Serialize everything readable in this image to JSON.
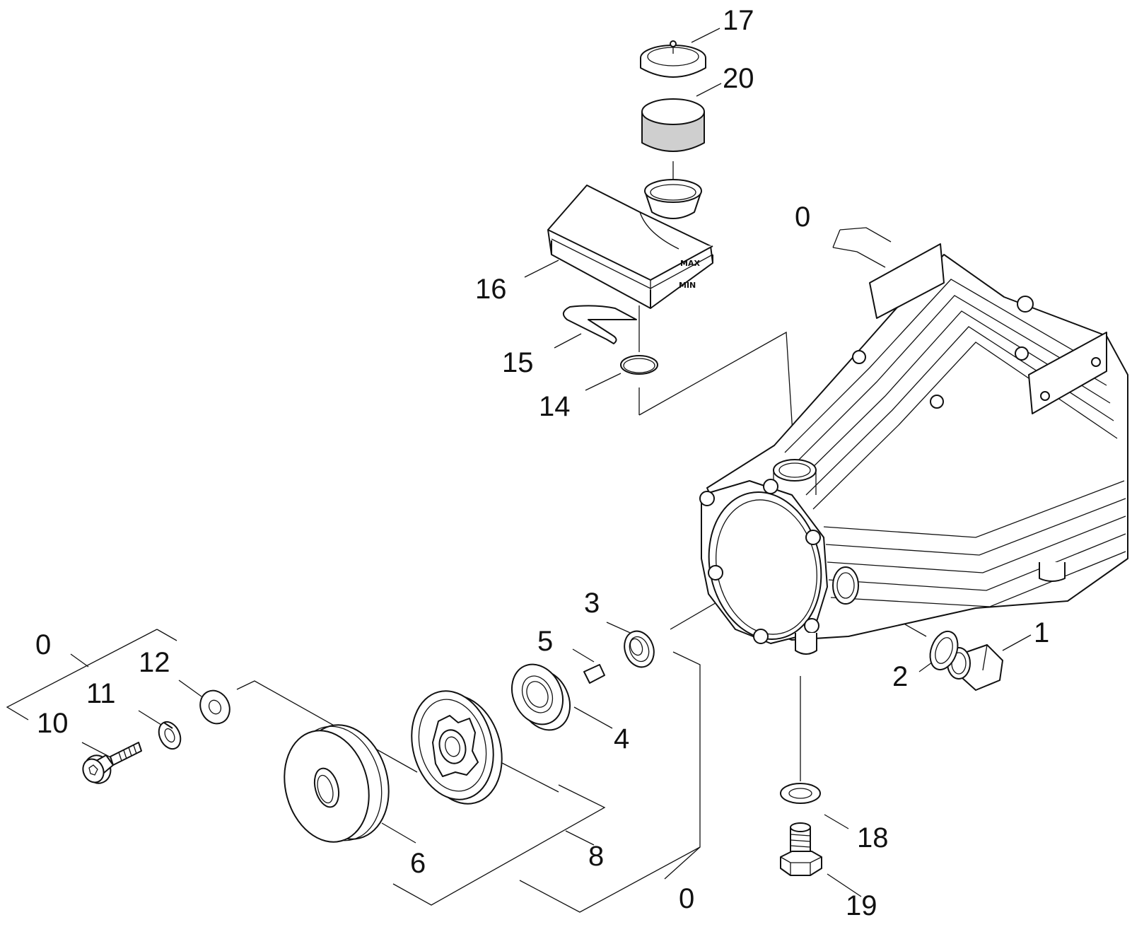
{
  "callouts": {
    "c0_top": "0",
    "c0_left": "0",
    "c0_bottom": "0",
    "c1": "1",
    "c2": "2",
    "c3": "3",
    "c4": "4",
    "c5": "5",
    "c6": "6",
    "c8": "8",
    "c10": "10",
    "c11": "11",
    "c12": "12",
    "c14": "14",
    "c15": "15",
    "c16": "16",
    "c17": "17",
    "c18": "18",
    "c19": "19",
    "c20": "20"
  },
  "reservoir_marks": {
    "max": "MAX",
    "min": "MIN"
  }
}
